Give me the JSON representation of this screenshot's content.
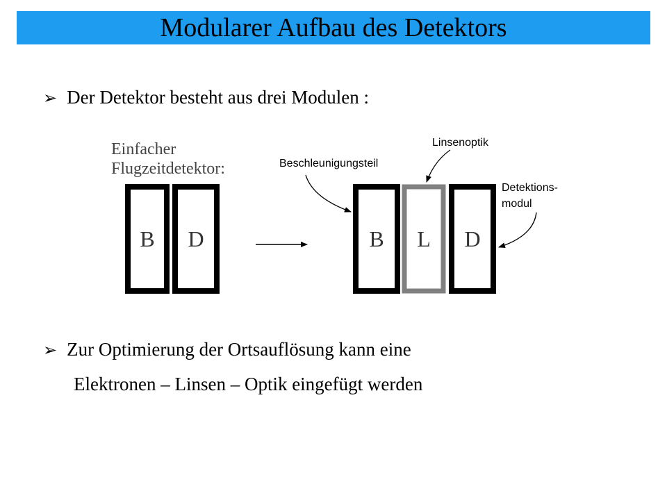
{
  "slide": {
    "title": "Modularer Aufbau des Detektors",
    "bullet_icon": "➢",
    "bullet1": "Der Detektor besteht aus drei Modulen :",
    "bullet2_line1": "Zur Optimierung der Ortsauflösung kann eine",
    "bullet2_line2": "Elektronen – Linsen – Optik eingefügt werden"
  },
  "diagram": {
    "simple_label_line1": "Einfacher",
    "simple_label_line2": "Flugzeitdetektor:",
    "simple_B": "B",
    "simple_D": "D",
    "mod_B": "B",
    "mod_L": "L",
    "mod_D": "D",
    "label_beschleunigung": "Beschleunigungsteil",
    "label_linsenoptik": "Linsenoptik",
    "label_detektions_line1": "Detektions-",
    "label_detektions_line2": "modul",
    "colors": {
      "title_bar": "#1e9cf0",
      "lens_module": "#808080",
      "module": "#000000"
    }
  }
}
